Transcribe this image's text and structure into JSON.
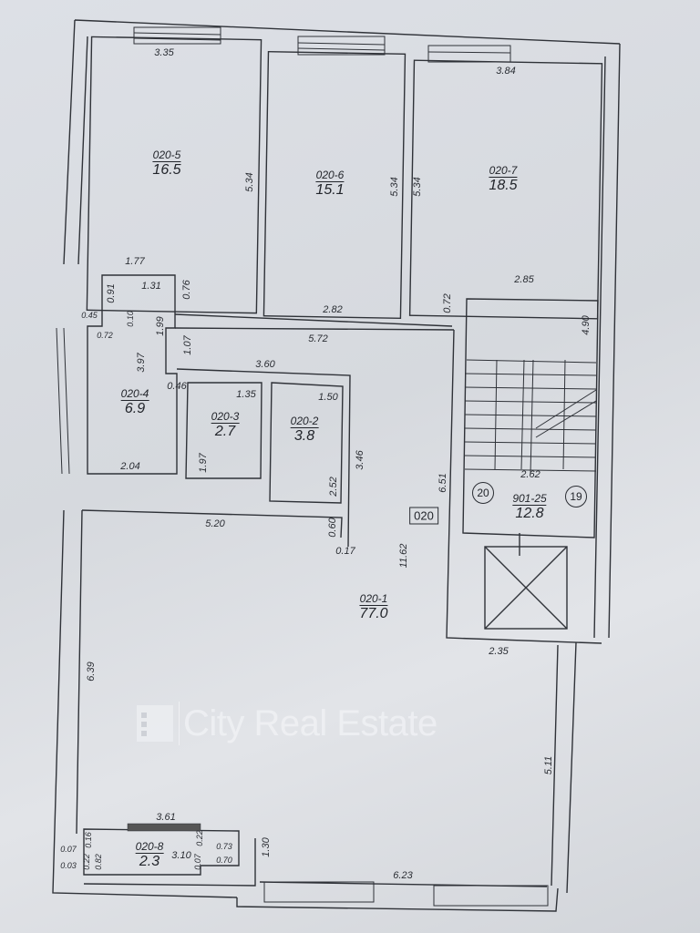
{
  "rooms": [
    {
      "id": "020-5",
      "area": "16.5"
    },
    {
      "id": "020-6",
      "area": "15.1"
    },
    {
      "id": "020-7",
      "area": "18.5"
    },
    {
      "id": "020-4",
      "area": "6.9"
    },
    {
      "id": "020-3",
      "area": "2.7"
    },
    {
      "id": "020-2",
      "area": "3.8"
    },
    {
      "id": "020-1",
      "area": "77.0"
    },
    {
      "id": "901-25",
      "area": "12.8"
    },
    {
      "id": "020-8",
      "area": "2.3"
    }
  ],
  "apartment_label": "020",
  "stair_markers": [
    "20",
    "19"
  ],
  "dimensions": [
    "3.35",
    "3.84",
    "5.34",
    "5.34",
    "5.34",
    "1.77",
    "2.85",
    "0.91",
    "1.31",
    "0.76",
    "2.82",
    "0.72",
    "4.90",
    "0.45",
    "0.10",
    "0.72",
    "1.99",
    "5.72",
    "1.07",
    "3.60",
    "3.97",
    "0.46",
    "1.35",
    "1.50",
    "2.04",
    "1.97",
    "3.46",
    "2.52",
    "2.62",
    "6.51",
    "5.20",
    "0.60",
    "0.17",
    "11.62",
    "2.35",
    "6.39",
    "5.11",
    "3.61",
    "1.30",
    "6.23",
    "0.07",
    "0.03",
    "0.22",
    "0.16",
    "0.82",
    "3.10",
    "0.07",
    "0.22",
    "0.73",
    "0.70"
  ],
  "watermark": "City Real Estate"
}
